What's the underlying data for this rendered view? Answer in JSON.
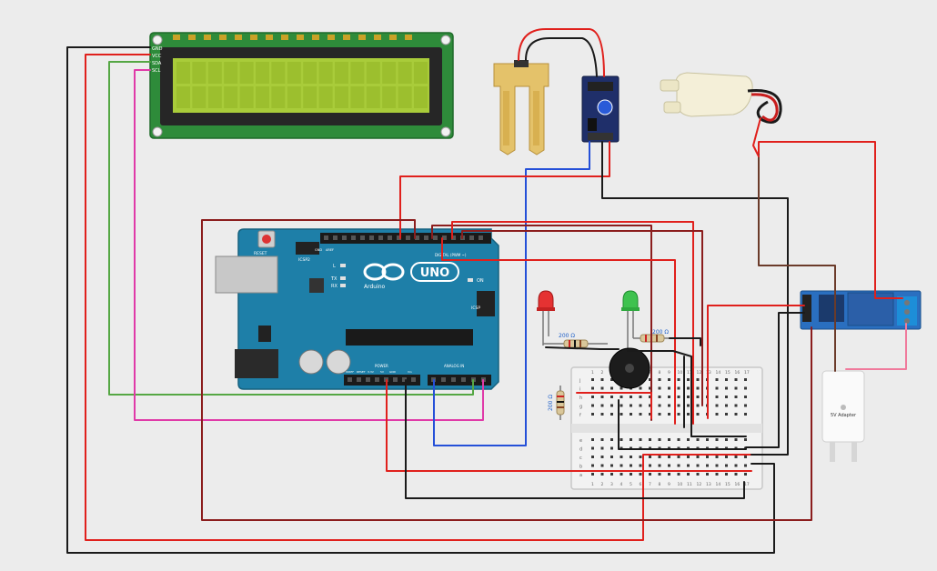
{
  "lcd": {
    "pins": [
      "GND",
      "VCC",
      "SDA",
      "SCL"
    ]
  },
  "arduino": {
    "logo": "UNO",
    "brand": "Arduino",
    "reset_label": "RESET",
    "icsp2_label": "ICSP2",
    "icsp_label": "ICSP",
    "led_l": "L",
    "led_tx": "TX",
    "led_rx": "RX",
    "led_on": "ON",
    "digital_label": "DIGITAL (PWM ~)",
    "aref_label": "AREF",
    "gnd_label": "GND",
    "power_label": "POWER",
    "analog_label": "ANALOG IN",
    "ioref_label": "IOREF",
    "reset_pin_label": "RESET",
    "pin_3v3": "3.3V",
    "pin_5v": "5V",
    "pin_gnd": "GND",
    "pin_vin": "Vin"
  },
  "resistors": {
    "r1": "200 Ω",
    "r2": "200 Ω",
    "r3": "200 Ω"
  },
  "adapter": {
    "label": "5V Adapter"
  },
  "breadboard": {
    "row_letters_top": [
      "j",
      "i",
      "h",
      "g",
      "f"
    ],
    "row_letters_bottom": [
      "e",
      "d",
      "c",
      "b",
      "a"
    ],
    "columns": [
      "1",
      "2",
      "3",
      "4",
      "5",
      "6",
      "7",
      "8",
      "9",
      "10",
      "11",
      "12",
      "13",
      "14",
      "15",
      "16",
      "17"
    ]
  },
  "colors": {
    "background": "#ececec",
    "wire_red": "#e0201c",
    "wire_black": "#1a1a1a",
    "wire_darkred": "#8b1d1d",
    "wire_green": "#55a744",
    "wire_magenta": "#e03aa8",
    "wire_blue": "#2550d8",
    "wire_brown": "#6b3b2a",
    "wire_pink": "#f07a9c",
    "arduino_board": "#1e7fa8",
    "lcd_board": "#2e8b3a",
    "lcd_screen": "#a9cc3a",
    "relay_board": "#2a6fc0"
  }
}
